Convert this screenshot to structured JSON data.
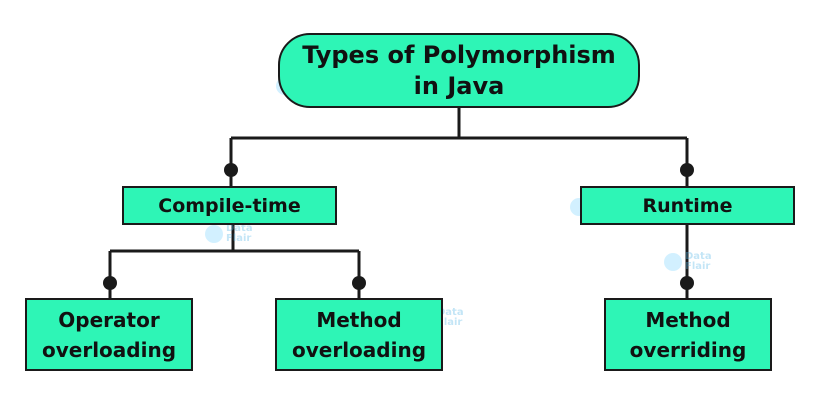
{
  "diagram": {
    "root": {
      "line1": "Types of Polymorphism",
      "line2": "in Java"
    },
    "compile_time": {
      "label": "Compile-time"
    },
    "runtime": {
      "label": "Runtime"
    },
    "operator_overloading": {
      "line1": "Operator",
      "line2": "overloading"
    },
    "method_overloading": {
      "line1": "Method",
      "line2": "overloading"
    },
    "method_overriding": {
      "line1": "Method",
      "line2": "overriding"
    }
  },
  "watermark": {
    "line1": "Data",
    "line2": "Flair"
  },
  "colors": {
    "node_fill": "#2ef5b6",
    "line": "#1a1a1a"
  }
}
